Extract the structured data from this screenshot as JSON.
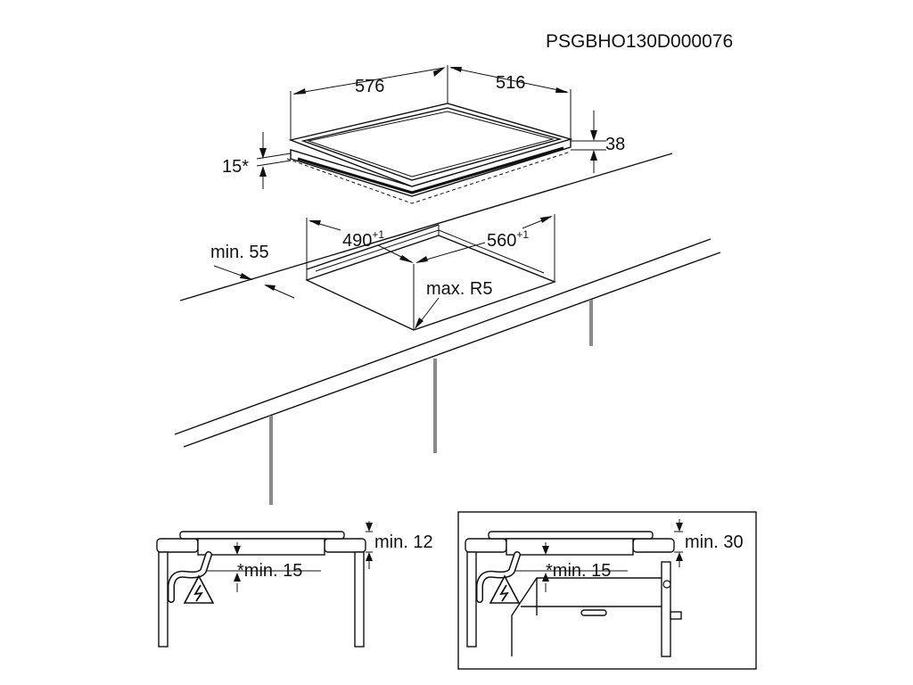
{
  "drawing_code": "PSGBHO130D000076",
  "hob": {
    "width": "576",
    "depth": "516",
    "height": "38",
    "glass_offset": "15*"
  },
  "cutout": {
    "width": "490",
    "width_tol": "+1",
    "depth": "560",
    "depth_tol": "+1",
    "wall_distance": "min. 55",
    "corner_radius": "max. R5"
  },
  "detail_left": {
    "top_gap": "min. 12",
    "bottom_gap": "*min. 15"
  },
  "detail_right": {
    "top_gap": "min. 30",
    "bottom_gap": "*min. 15"
  },
  "icons": [
    "electric-hazard-icon",
    "electric-hazard-icon"
  ]
}
